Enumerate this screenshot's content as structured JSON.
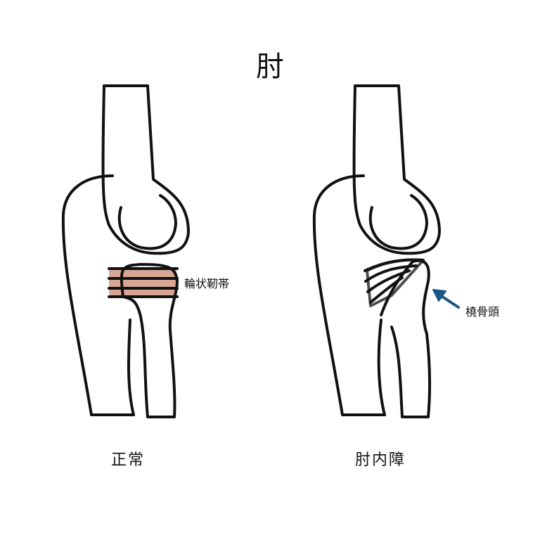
{
  "title": "肘",
  "panels": [
    {
      "caption": "正常",
      "annotation": "輪状靭帯"
    },
    {
      "caption": "肘内障",
      "annotation": "橈骨頭"
    }
  ],
  "colors": {
    "ligament": "#c98a70",
    "arrow": "#1a5785",
    "line": "#111111"
  }
}
